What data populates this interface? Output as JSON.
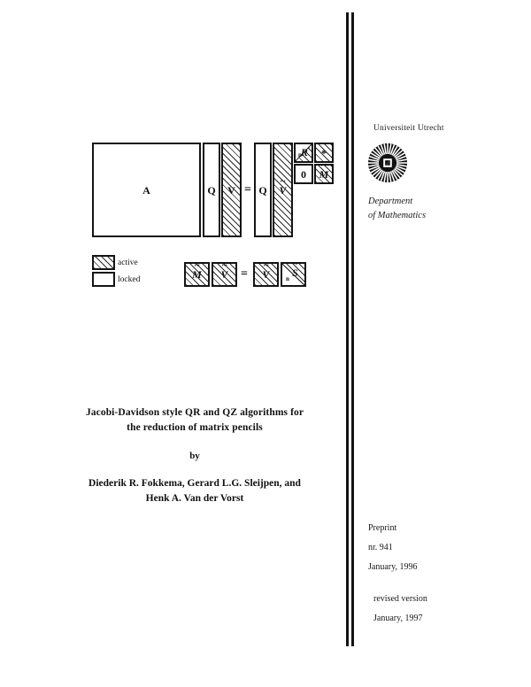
{
  "document": {
    "kind": "preprint-cover-page",
    "title_lines": [
      "Jacobi-Davidson style QR and QZ algorithms for",
      "the reduction of matrix pencils"
    ],
    "by_label": "by",
    "author_lines": [
      "Diederik R. Fokkema,  Gerard L.G. Sleijpen, and",
      "Henk A. Van der Vorst"
    ]
  },
  "university": {
    "name": "Universiteit Utrecht",
    "logo_name": "utrecht-sun-logo",
    "department_lines": [
      "Department",
      "of Mathematics"
    ]
  },
  "preprint": {
    "label": "Preprint",
    "number": "nr. 941",
    "date": "January, 1996",
    "revised_label": "revised version",
    "revised_date": "January, 1997"
  },
  "legend": {
    "items": [
      {
        "label": "active",
        "fill": "hatch"
      },
      {
        "label": "locked",
        "fill": "white"
      }
    ]
  },
  "diagram": {
    "equation_symbol": "=",
    "equation_one": {
      "lhs": [
        {
          "label": "A",
          "fill": "white",
          "italic": false
        },
        {
          "label": "Q",
          "fill": "white",
          "italic": false
        },
        {
          "label": "V",
          "fill": "hatch",
          "italic": false
        }
      ],
      "rhs": [
        {
          "label": "Q",
          "fill": "white",
          "italic": false
        },
        {
          "label": "V",
          "tilde": true,
          "fill": "hatch",
          "italic": false
        }
      ],
      "block_matrix": {
        "cells": [
          {
            "label": "R",
            "prime": true,
            "subscript": "n",
            "fill": "hatch",
            "triangle": "upper-left"
          },
          {
            "label": "*",
            "fill": "hatch"
          },
          {
            "label": "0",
            "fill": "white"
          },
          {
            "label": "M",
            "tilde": true,
            "fill": "hatch",
            "italic": true
          }
        ]
      }
    },
    "equation_two": {
      "lhs": [
        {
          "label": "M",
          "tilde": true,
          "fill": "hatch",
          "italic": true
        },
        {
          "label": "V",
          "tilde": true,
          "fill": "hatch",
          "italic": true
        }
      ],
      "rhs": [
        {
          "label": "V",
          "tilde": true,
          "fill": "hatch",
          "italic": true
        },
        {
          "label": "S",
          "tilde": true,
          "subscript": "n",
          "fill": "hatch",
          "italic": true,
          "triangle": "upper-right"
        }
      ]
    }
  },
  "colors": {
    "ink": "#121212",
    "hatch": "#2a2a2a",
    "paper": "#ffffff"
  }
}
